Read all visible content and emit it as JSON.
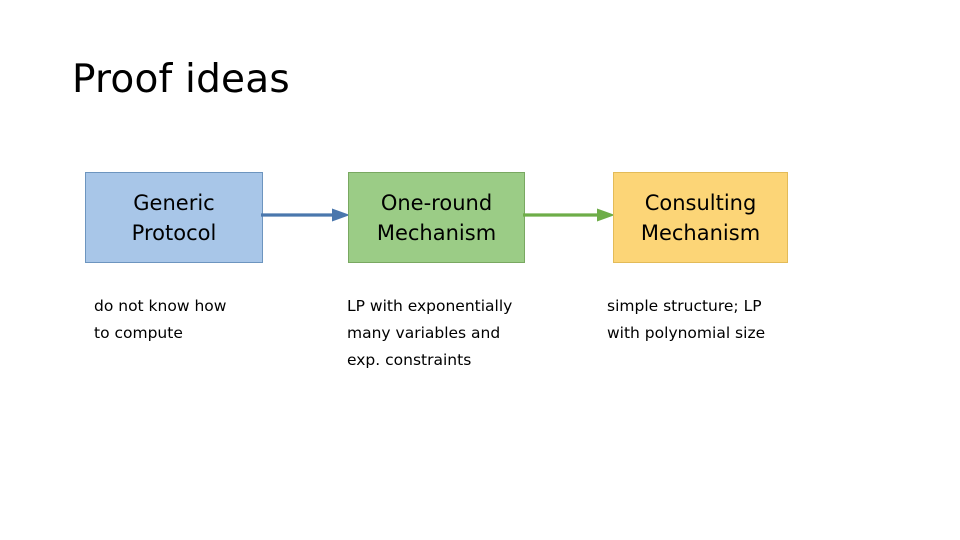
{
  "slide": {
    "title": "Proof ideas",
    "background_color": "#ffffff"
  },
  "diagram": {
    "type": "flow",
    "nodes": [
      {
        "id": "generic-protocol",
        "line1": "Generic",
        "line2": "Protocol",
        "fill_color": "#a8c6e8",
        "border_color": "#6d95bf",
        "caption_line1": "do not know how",
        "caption_line2": "to compute",
        "caption_line3": ""
      },
      {
        "id": "one-round-mechanism",
        "line1": "One-round",
        "line2": "Mechanism",
        "fill_color": "#9bcc86",
        "border_color": "#79a861",
        "caption_line1": "LP with exponentially",
        "caption_line2": "many variables and",
        "caption_line3": "exp. constraints"
      },
      {
        "id": "consulting-mechanism",
        "line1": "Consulting",
        "line2": "Mechanism",
        "fill_color": "#fcd577",
        "border_color": "#e3bb58",
        "caption_line1": "simple structure; LP",
        "caption_line2": "with polynomial size",
        "caption_line3": ""
      }
    ],
    "arrows": [
      {
        "id": "arrow-generic-to-oneround",
        "from": "generic-protocol",
        "to": "one-round-mechanism",
        "color": "#4a77ad",
        "direction": "right"
      },
      {
        "id": "arrow-oneround-to-consulting",
        "from": "one-round-mechanism",
        "to": "consulting-mechanism",
        "color": "#6ead48",
        "direction": "right"
      }
    ]
  }
}
